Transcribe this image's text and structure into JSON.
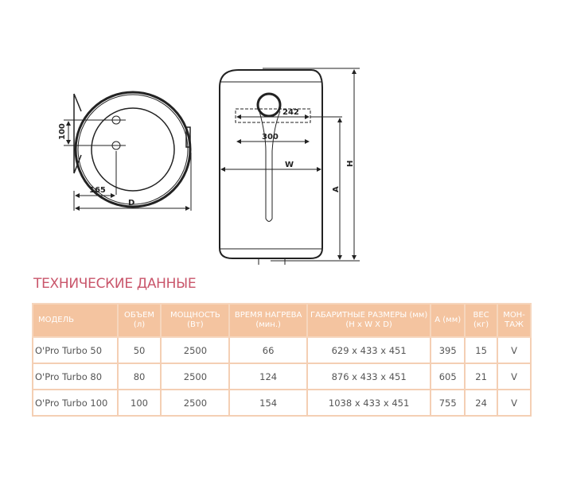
{
  "diagram": {
    "labels": {
      "d": "D",
      "w": "W",
      "h": "H",
      "a": "A",
      "dim_100": "100",
      "dim_165": "165",
      "dim_242": "242",
      "dim_300": "300"
    }
  },
  "section_title": "ТЕХНИЧЕСКИЕ ДАННЫЕ",
  "table": {
    "headers": [
      "МОДЕЛЬ",
      "ОБЪЕМ (л)",
      "МОЩНОСТЬ (Вт)",
      "ВРЕМЯ НАГРЕВА (мин.)",
      "ГАБАРИТНЫЕ РАЗМЕРЫ (мм) (H x W X D)",
      "А (мм)",
      "ВЕС (кг)",
      "МОН-ТАЖ"
    ],
    "rows": [
      [
        "O'Pro Turbo 50",
        "50",
        "2500",
        "66",
        "629 x 433 x 451",
        "395",
        "15",
        "V"
      ],
      [
        "O'Pro Turbo 80",
        "80",
        "2500",
        "124",
        "876 x 433 x 451",
        "605",
        "21",
        "V"
      ],
      [
        "O'Pro Turbo 100",
        "100",
        "2500",
        "154",
        "1038 x 433 x 451",
        "755",
        "24",
        "V"
      ]
    ]
  }
}
